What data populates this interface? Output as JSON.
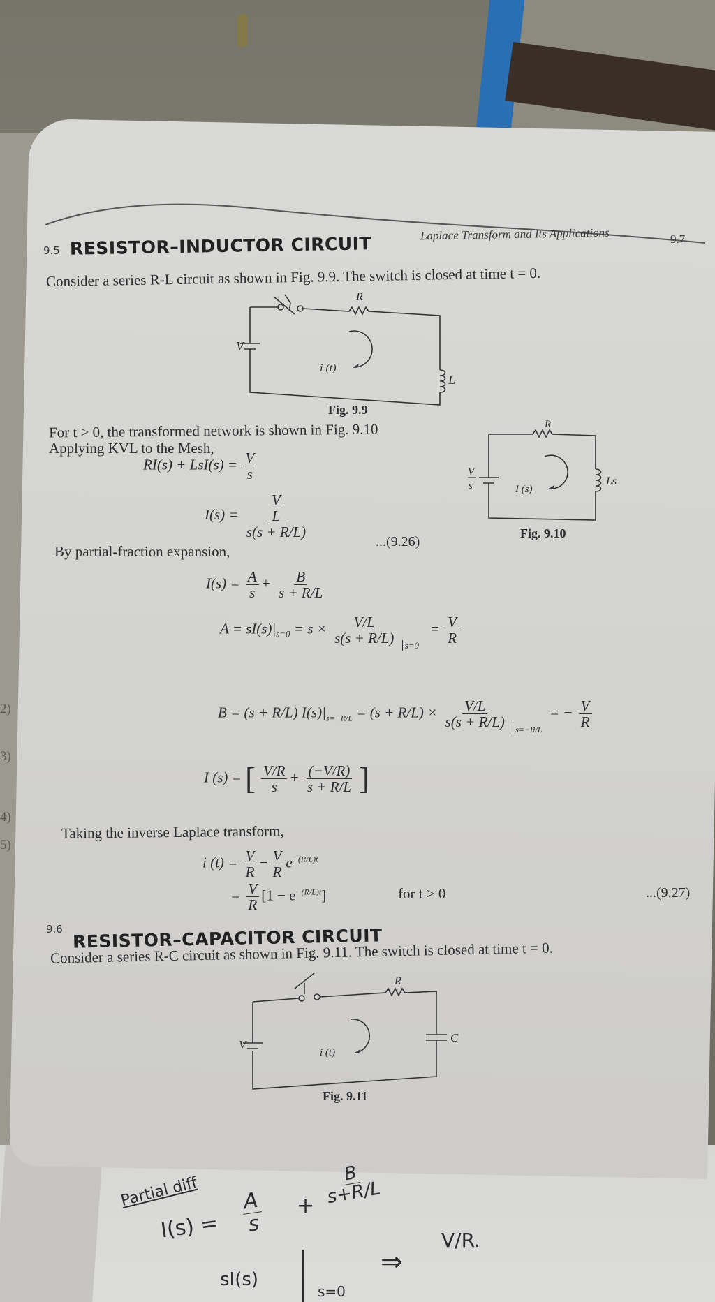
{
  "running_head": {
    "title": "Laplace Transform and Its Applications",
    "page_number": "9.7"
  },
  "left_page_margin_numbers": [
    "2)",
    "3)",
    "4)",
    "5)"
  ],
  "section_95": {
    "number": "9.5",
    "title": "RESISTOR–INDUCTOR CIRCUIT",
    "intro": "Consider a series R-L circuit as shown in Fig. 9.9. The switch is closed at time t = 0.",
    "fig_9_9": {
      "caption": "Fig. 9.9",
      "labels": {
        "source": "V",
        "resistor": "R",
        "inductor": "L",
        "current": "i (t)"
      }
    },
    "transformed_text": "For t > 0, the transformed network is shown in Fig. 9.10",
    "kvl_text": "Applying KVL to the Mesh,",
    "fig_9_10": {
      "caption": "Fig. 9.10",
      "labels": {
        "source_num": "V",
        "source_den": "s",
        "resistor": "R",
        "inductor": "Ls",
        "current": "I (s)"
      }
    },
    "eq_kvl": {
      "lhs": "RI(s) + LsI(s) =",
      "num": "V",
      "den": "s"
    },
    "eq_926": {
      "lhs": "I(s) =",
      "num_num": "V",
      "num_den": "L",
      "den": "s(s + R/L)",
      "label": "...(9.26)"
    },
    "partial_text": "By partial-fraction expansion,",
    "eq_pf": {
      "lhs": "I(s) =",
      "t1_num": "A",
      "t1_den": "s",
      "t2_num": "B",
      "t2_den": "s + R/L"
    },
    "eq_A": {
      "lhs": "A = sI(s)|",
      "sub": "s=0",
      "mid": "= s ×",
      "frac_num": "V/L",
      "frac_den": "s(s + R/L)",
      "sub2": "s=0",
      "result_num": "V",
      "result_den": "R"
    },
    "eq_B": {
      "lhs": "B = (s + R/L) I(s)|",
      "sub": "s=−R/L",
      "mid": "= (s + R/L) ×",
      "frac_num": "V/L",
      "frac_den": "s(s + R/L)",
      "sub2": "s=−R/L",
      "result": "= −",
      "result_num": "V",
      "result_den": "R"
    },
    "eq_Is": {
      "lhs": "I (s) =",
      "t1_num": "V/R",
      "t1_den": "s",
      "t2_num": "(−V/R)",
      "t2_den": "s + R/L"
    },
    "inverse_text": "Taking the inverse Laplace transform,",
    "eq_it_1": {
      "lhs": "i (t) =",
      "a_num": "V",
      "a_den": "R",
      "minus": "−",
      "b_num": "V",
      "b_den": "R",
      "exp": "e",
      "exp_sup": "−(R/L)t"
    },
    "eq_it_2": {
      "eq": "=",
      "a_num": "V",
      "a_den": "R",
      "bracket": "[1 − e",
      "exp_sup": "−(R/L)t",
      "close": "]",
      "condition": "for t > 0",
      "label": "...(9.27)"
    }
  },
  "section_96": {
    "number": "9.6",
    "title": "RESISTOR–CAPACITOR CIRCUIT",
    "intro": "Consider a series R-C circuit as shown in Fig. 9.11. The switch is closed at time t = 0.",
    "fig_9_11": {
      "caption": "Fig. 9.11",
      "labels": {
        "source": "V",
        "resistor": "R",
        "capacitor": "C",
        "current": "i (t)"
      }
    }
  },
  "handwritten_notes": {
    "heading": "Partial diff",
    "eq_lhs": "I(s) =",
    "t1_num": "A",
    "t1_den": "s",
    "plus": "+",
    "t2_num": "B",
    "t2_den": "s+R/L",
    "line2_lhs": "sI(s)",
    "line2_sub": "s=0",
    "arrow": "⇒",
    "result": "V/R."
  }
}
